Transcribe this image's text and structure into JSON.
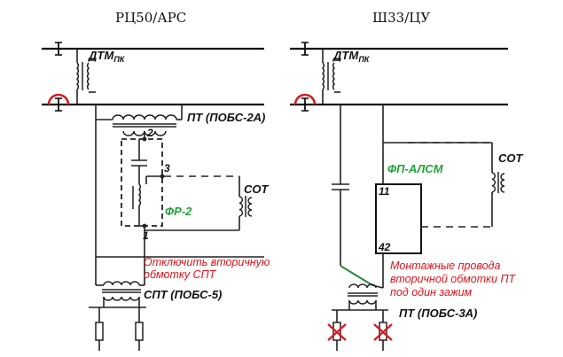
{
  "left": {
    "title": "РЦ50/АРС",
    "dtm_label": "ДТМ",
    "dtm_sub": "ПК",
    "pt_label": "ПТ (ПОБС-2А)",
    "pin_2": "2",
    "pin_3": "3",
    "pin_1": "1",
    "fr_label": "ФР-2",
    "sot_label": "СОТ",
    "note_line1": "Отключить вторичную",
    "note_line2": "обмотку СПТ",
    "spt_label": "СПТ (ПОБС-5)"
  },
  "right": {
    "title": "Ш33/ЦУ",
    "dtm_label": "ДТМ",
    "dtm_sub": "ПК",
    "fp_label": "ФП-АЛСМ",
    "pin_11": "11",
    "pin_42": "42",
    "sot_label": "СОТ",
    "note_line1": "Монтажные провода",
    "note_line2": "вторичной обмотки ПТ",
    "note_line3": "под один зажим",
    "pt_label": "ПТ (ПОБС-3А)"
  },
  "colors": {
    "note": "#e0121a",
    "filter_label": "#22a03a",
    "jumper": "#2a8a3a",
    "insulator": "#cc2222",
    "cross": "#e0121a"
  }
}
